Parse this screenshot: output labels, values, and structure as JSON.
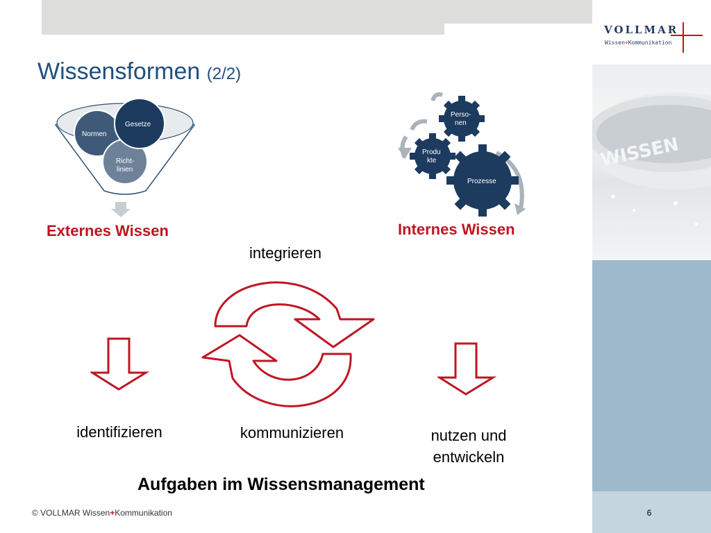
{
  "header": {
    "title": "Wissensformen",
    "title_suffix": "(2/2)"
  },
  "logo": {
    "name": "VOLLMAR",
    "sub_left": "Wissen",
    "sub_plus": "+",
    "sub_right": "Kommunikation"
  },
  "side_photo": {
    "word": "WISSEN"
  },
  "funnel": {
    "circles": [
      "Normen",
      "Gesetze",
      "Richt-",
      "linien"
    ],
    "label": "Externes Wissen"
  },
  "gears": {
    "personen_1": "Perso-",
    "personen_2": "nen",
    "produkte_1": "Produ",
    "produkte_2": "kte",
    "prozesse": "Prozesse",
    "label": "Internes Wissen"
  },
  "cycle": {
    "top_label": "integrieren",
    "bottom_label": "kommunizieren"
  },
  "left_task": "identifizieren",
  "right_task_line1": "nutzen und",
  "right_task_line2": "entwickeln",
  "caption": "Aufgaben im Wissensmanagement",
  "footer": {
    "copyright": "© VOLLMAR Wissen",
    "plus": "+",
    "suffix": "Kommunikation"
  },
  "slide_number": "6",
  "colors": {
    "title_blue": "#1f4e7d",
    "accent_red": "#be1622",
    "gear_navy": "#1d3a5f",
    "circle_blue": "#4a6682",
    "side_blue": "#9eb9cb"
  }
}
